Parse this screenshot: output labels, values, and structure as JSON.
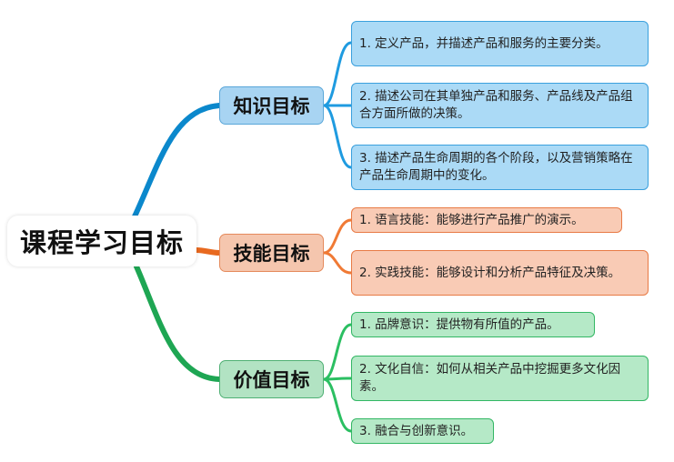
{
  "root": {
    "label": "课程学习目标"
  },
  "branches": [
    {
      "label": "知识目标",
      "items": [
        "1. 定义产品，并描述产品和服务的主要分类。",
        "2. 描述公司在其单独产品和服务、产品线及产品组合方面所做的决策。",
        "3. 描述产品生命周期的各个阶段，以及营销策略在产品生命周期中的变化。"
      ]
    },
    {
      "label": "技能目标",
      "items": [
        "1. 语言技能：能够进行产品推广的演示。",
        "2. 实践技能：能够设计和分析产品特征及决策。"
      ]
    },
    {
      "label": "价值目标",
      "items": [
        "1. 品牌意识：提供物有所值的产品。",
        "2. 文化自信：如何从相关产品中挖掘更多文化因素。",
        "3. 融合与创新意识。"
      ]
    }
  ],
  "colors": {
    "blue": "#0b88cc",
    "orange": "#e8691f",
    "green": "#1ea653",
    "leaf_blue_line": "#1f9be0",
    "leaf_orange_line": "#f07a35",
    "leaf_green_line": "#2bbf62"
  }
}
